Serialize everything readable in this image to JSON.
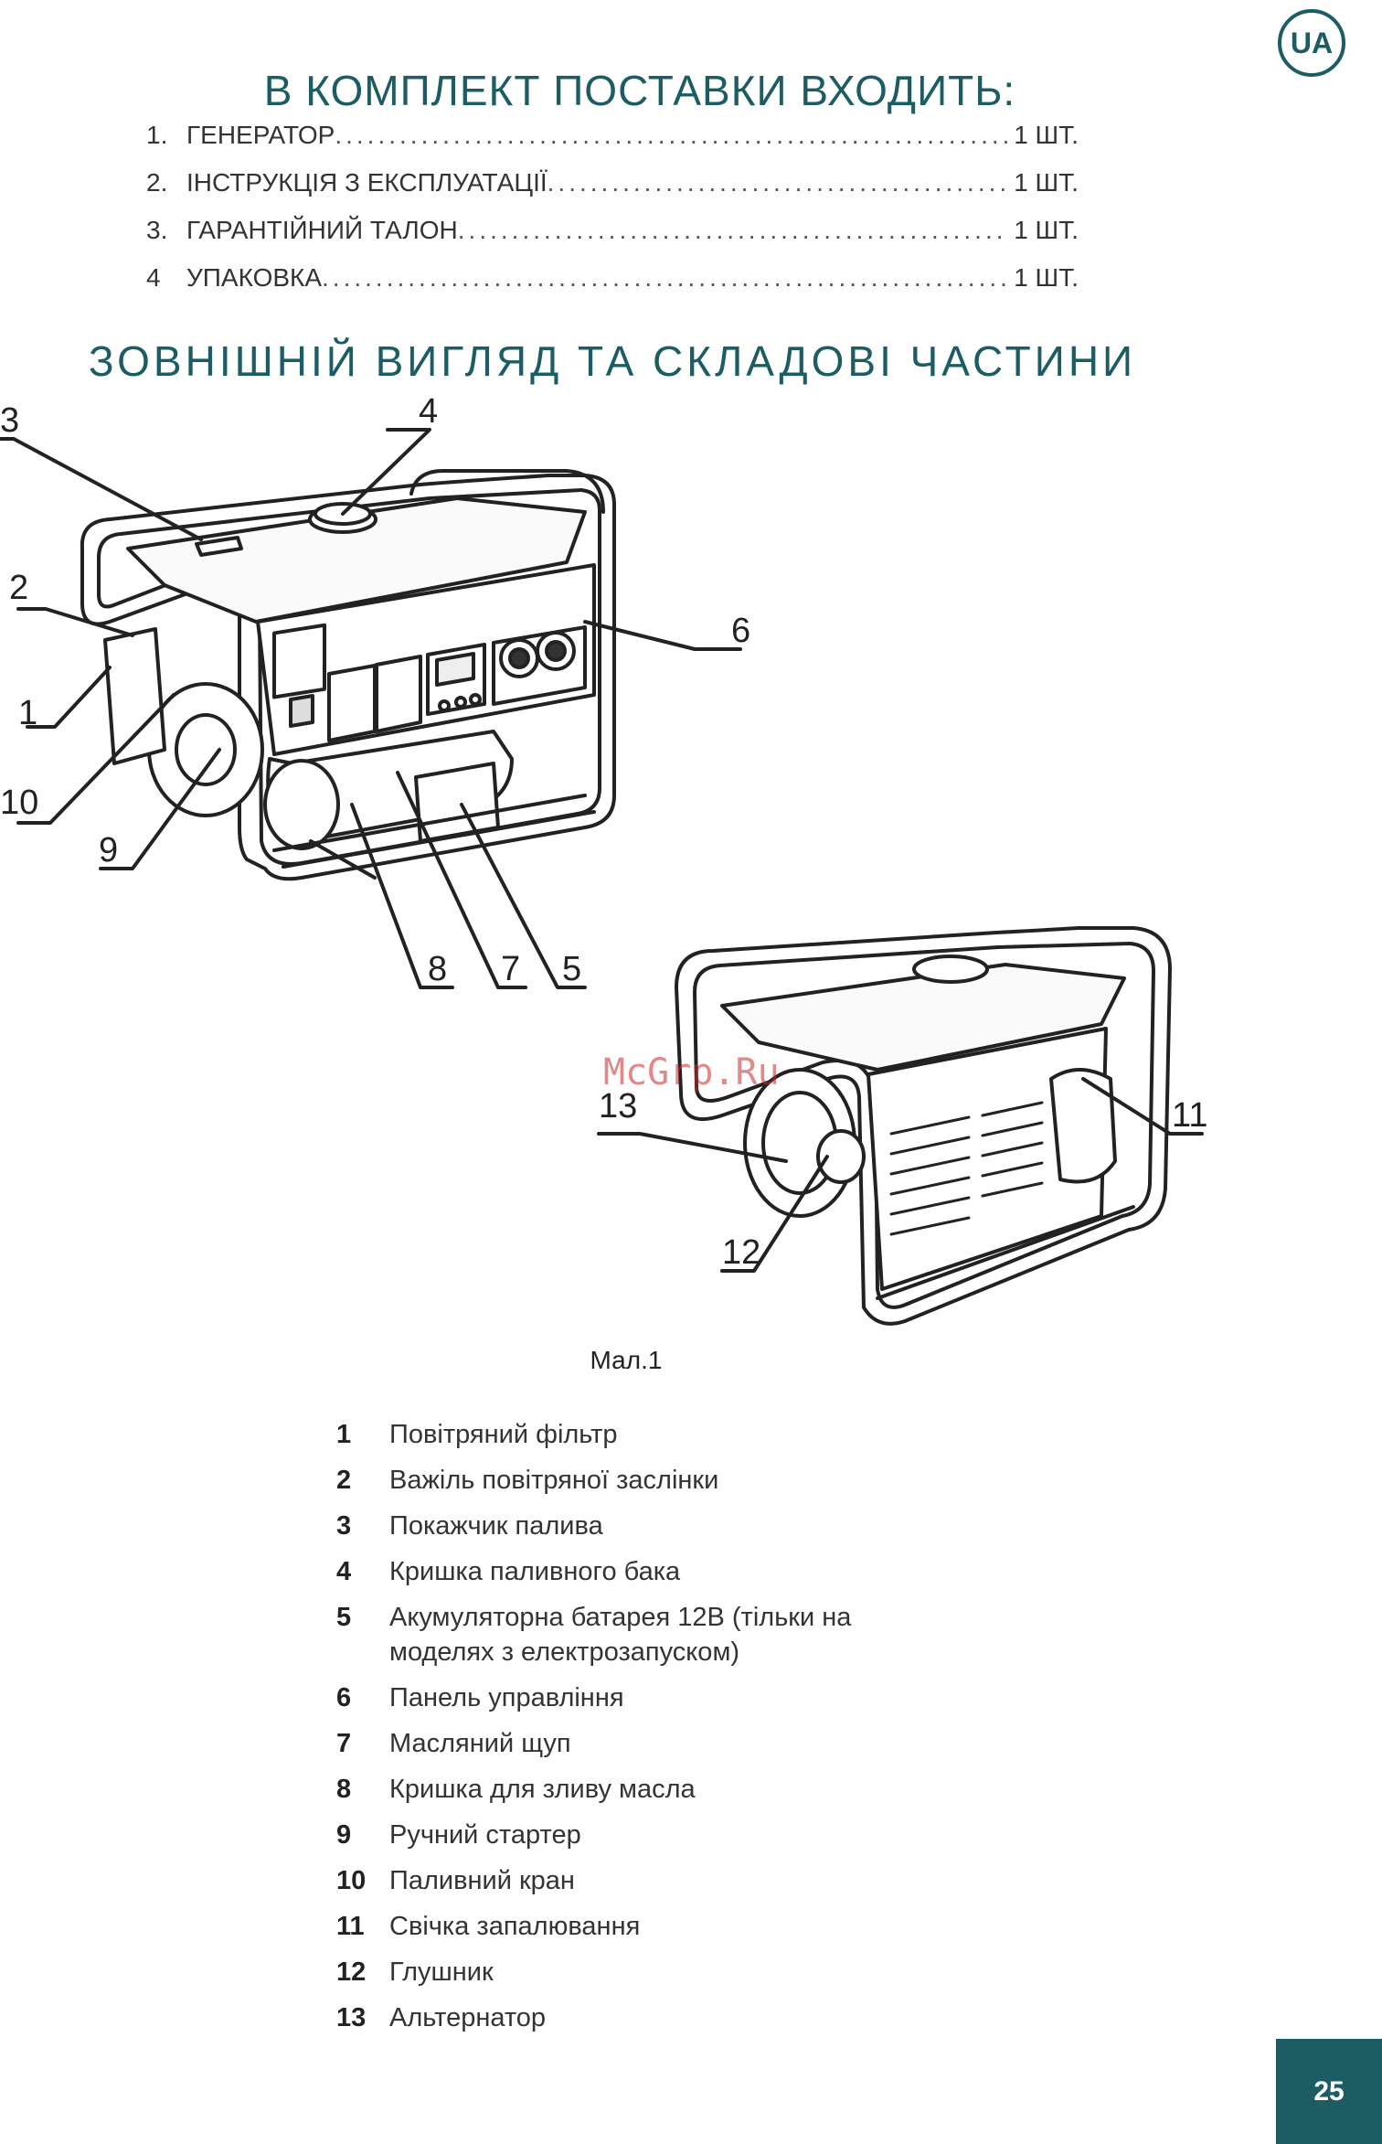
{
  "badge": "UA",
  "supply": {
    "title": "В КОМПЛЕКТ ПОСТАВКИ ВХОДИТЬ:",
    "items": [
      {
        "num": "1.",
        "name": "ГЕНЕРАТОР",
        "qty": "1 ШТ."
      },
      {
        "num": "2.",
        "name": "ІНСТРУКЦІЯ З ЕКСПЛУАТАЦІЇ",
        "qty": "1 ШТ."
      },
      {
        "num": "3.",
        "name": "ГАРАНТІЙНИЙ ТАЛОН",
        "qty": "1 ШТ."
      },
      {
        "num": "4",
        "name": "УПАКОВКА",
        "qty": "1 ШТ."
      }
    ]
  },
  "appearance": {
    "title": "ЗОВНІШНІЙ ВИГЛЯД ТА СКЛАДОВІ ЧАСТИНИ",
    "callouts": [
      "1",
      "2",
      "3",
      "4",
      "5",
      "6",
      "7",
      "8",
      "9",
      "10",
      "11",
      "12",
      "13"
    ],
    "watermark": "McGrp.Ru",
    "caption": "Мал.1"
  },
  "parts": [
    {
      "num": "1",
      "label": "Повітряний фільтр"
    },
    {
      "num": "2",
      "label": "Важіль повітряної заслінки"
    },
    {
      "num": "3",
      "label": "Покажчик палива"
    },
    {
      "num": "4",
      "label": "Кришка паливного бака"
    },
    {
      "num": "5",
      "label": "Акумуляторна батарея 12В (тільки на моделях з електрозапуском)"
    },
    {
      "num": "6",
      "label": "Панель управління"
    },
    {
      "num": "7",
      "label": "Масляний щуп"
    },
    {
      "num": "8",
      "label": "Кришка для зливу масла"
    },
    {
      "num": "9",
      "label": "Ручний стартер"
    },
    {
      "num": "10",
      "label": "Паливний кран"
    },
    {
      "num": "11",
      "label": "Свічка запалювання"
    },
    {
      "num": "12",
      "label": "Глушник"
    },
    {
      "num": "13",
      "label": "Альтернатор"
    }
  ],
  "page_number": "25"
}
